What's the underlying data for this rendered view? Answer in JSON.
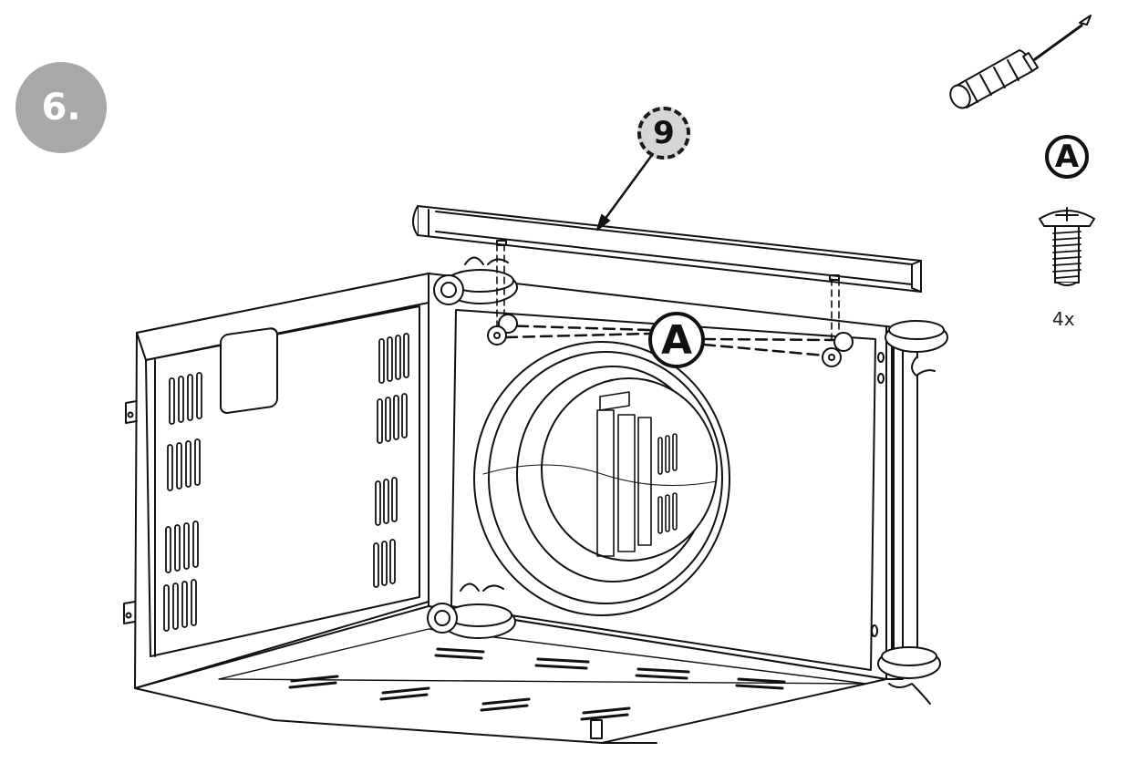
{
  "step": {
    "number": "6."
  },
  "part_callout": {
    "label": "9"
  },
  "hardware": {
    "label": "A",
    "quantity": "4x"
  },
  "icons": {
    "tool": "screwdriver-icon",
    "hardware": "screw-icon"
  },
  "colors": {
    "step_badge": "#a7a8aa",
    "callout_fill": "#d6d6d6",
    "line": "#111111"
  }
}
